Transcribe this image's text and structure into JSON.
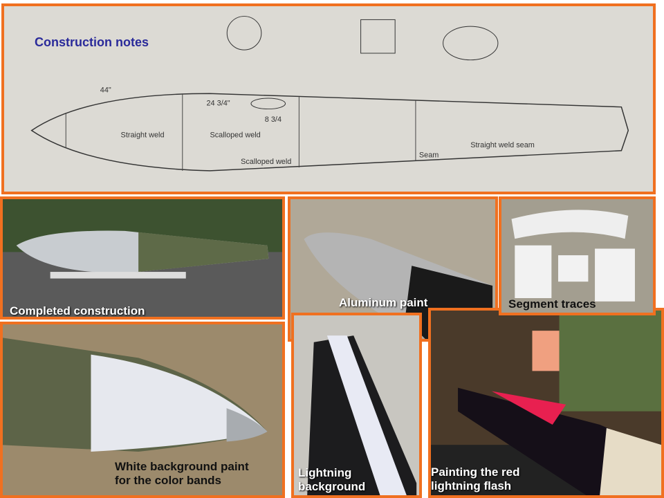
{
  "captions": {
    "sketch": "Construction notes",
    "completed": "Completed construction",
    "aluminum": "Aluminum paint",
    "segments": "Segment traces",
    "white": "White background paint\nfor the color bands",
    "lightning_bg": "Lightning\nbackground",
    "red_flash": "Painting the red\nlightning flash"
  },
  "sketch_annotations": [
    "Straight weld",
    "Scalloped weld",
    "Straight weld seam",
    "Scalloped weld",
    "24 3/4\"",
    "8 3/4",
    "44\"",
    "Seam"
  ],
  "colors": {
    "border": "#f07020",
    "caption_blue": "#2a2a9a"
  }
}
